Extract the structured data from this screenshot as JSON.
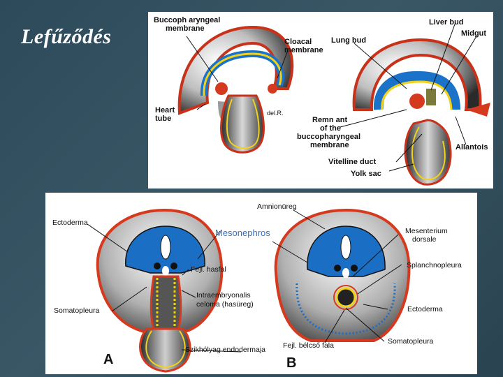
{
  "slide": {
    "title": "Lefűződés"
  },
  "top_figure": {
    "labels": {
      "buccopharyngeal_1": "Buccoph aryngeal",
      "buccopharyngeal_2": "membrane",
      "heart_1": "Heart",
      "heart_2": "tube",
      "cloacal_1": "Cloacal",
      "cloacal_2": "membrane",
      "lung_bud": "Lung bud",
      "liver_bud": "Liver bud",
      "midgut": "Midgut",
      "remnant_1": "Remn ant",
      "remnant_2": "of the",
      "remnant_3": "buccopharyngeal",
      "remnant_4": "membrane",
      "allantois": "Allantois",
      "vitelline_duct": "Vitelline duct",
      "yolk_sac": "Yolk sac",
      "signature": "del.R."
    }
  },
  "bottom_figure": {
    "labels": {
      "ectoderma_left": "Ectoderma",
      "mesonephros": "Mesonephros",
      "fejl_hasfal": "Fejl. hasfal",
      "somatopleura_left": "Somatopleura",
      "intraembryonalis": "Intraembryonalis",
      "celoma": "celoma (hasüreg)",
      "szikholyag": "Szikhólyag endodermaja",
      "amnionureg": "Amnionüreg",
      "mesenterium": "Mesenterium",
      "dorsale": "dorsale",
      "splanchnopleura": "Splanchnopleura",
      "ectoderma_right": "Ectoderma",
      "somatopleura_right": "Somatopleura",
      "fejl_belcso": "Fejl. bélcső fala",
      "panel_a": "A",
      "panel_b": "B"
    }
  },
  "colors": {
    "background": "#34505e",
    "ectoderm_red": "#d63a1e",
    "neural_blue": "#1a73c9",
    "endoderm_yellow": "#f1d21a",
    "tissue_gray": "#8a8a8a"
  }
}
